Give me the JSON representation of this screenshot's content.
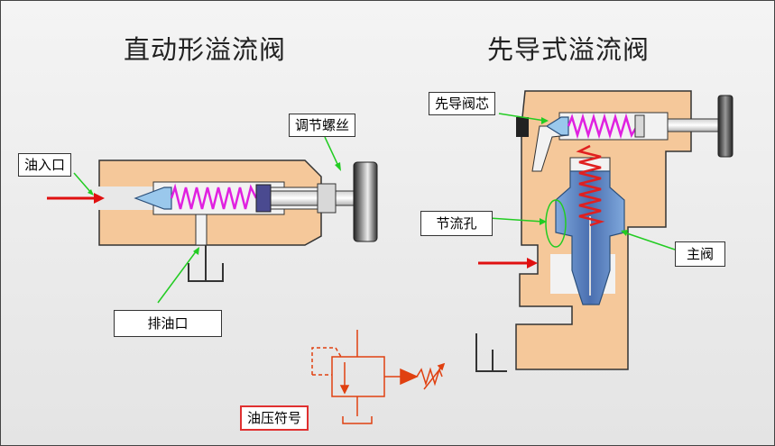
{
  "titles": {
    "left": "直动形溢流阀",
    "right": "先导式溢流阀"
  },
  "labels": {
    "inlet": "油入口",
    "adjust_screw": "调节螺丝",
    "drain": "排油口",
    "pilot_core": "先导阀芯",
    "throttle_hole": "节流孔",
    "main_valve": "主阀",
    "symbol": "油压符号"
  },
  "colors": {
    "body": "#f5c89a",
    "spring": "#e020e0",
    "spring_main": "#e02020",
    "poppet": "#9ac8ec",
    "main_spool": "#5b7fbf",
    "leader": "#22cc22",
    "arrow": "#e01010",
    "symbol": "#e04010"
  }
}
